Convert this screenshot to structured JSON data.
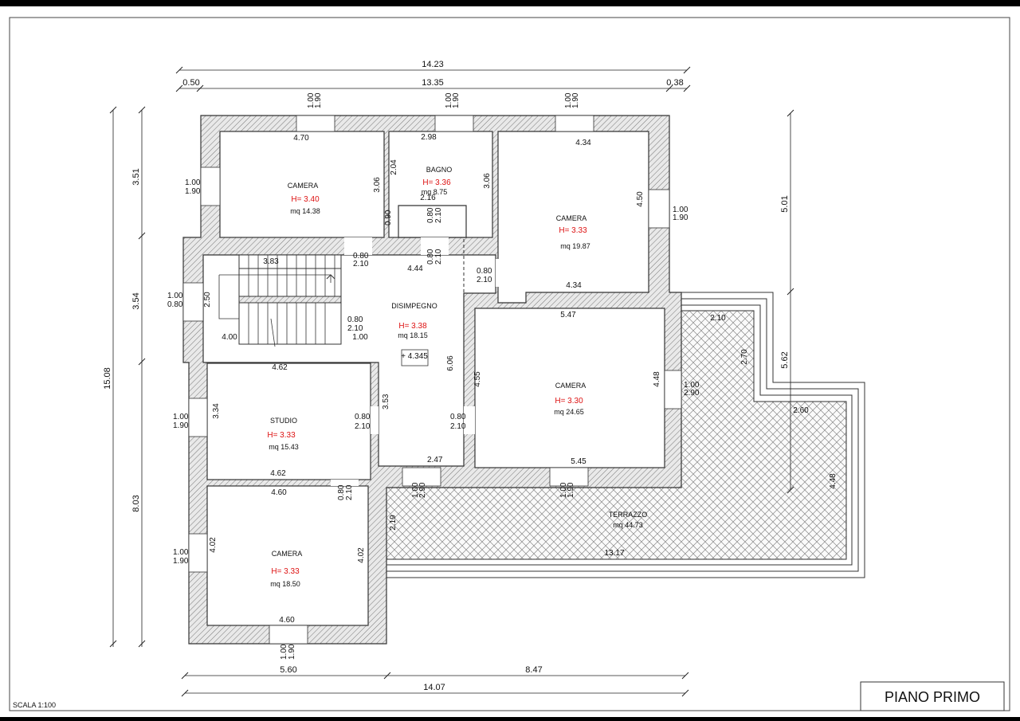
{
  "sheet": {
    "title": "PIANO PRIMO",
    "scale": "SCALA 1:100"
  },
  "overall_dims": {
    "top_total": "14.23",
    "top_inner": "13.35",
    "top_left": "0.50",
    "top_right": "0.38",
    "bottom_total": "14.07",
    "bottom_left": "5.60",
    "bottom_right": "8.47",
    "left_total": "15.08",
    "left_a": "3.51",
    "left_b": "3.54",
    "left_c": "8.03",
    "right_a": "5.01",
    "right_b": "5.62"
  },
  "rooms": {
    "camera1": {
      "name": "CAMERA",
      "height": "H= 3.40",
      "area": "mq 14.38",
      "w": "4.70",
      "h": "3.06"
    },
    "bagno": {
      "name": "BAGNO",
      "height": "H= 3.36",
      "area": "mq 8.75",
      "w": "2.98",
      "h": "3.06",
      "h2": "2.04",
      "w2": "2.16"
    },
    "camera2": {
      "name": "CAMERA",
      "height": "H= 3.33",
      "area": "mq 19.87",
      "w": "4.34",
      "w_b": "4.34",
      "h": "4.50"
    },
    "disimpegno": {
      "name": "DISIMPEGNO",
      "height": "H= 3.38",
      "area": "mq 18.15",
      "w": "4.44",
      "h": "6.06",
      "level": "+ 4.345"
    },
    "camera3": {
      "name": "CAMERA",
      "height": "H= 3.30",
      "area": "mq 24.65",
      "w": "5.47",
      "w_b": "5.45",
      "h": "4.55",
      "h2": "4.48"
    },
    "studio": {
      "name": "STUDIO",
      "height": "H= 3.33",
      "area": "mq 15.43",
      "w": "4.62",
      "w_b": "4.62",
      "h": "3.34"
    },
    "camera4": {
      "name": "CAMERA",
      "height": "H= 3.33",
      "area": "mq 18.50",
      "w": "4.60",
      "w_b": "4.60",
      "h": "4.02",
      "h2": "4.02"
    },
    "terrazzo": {
      "name": "TERRAZZO",
      "area": "mq 44.73",
      "w": "13.17",
      "w_top": "2.10",
      "h_top": "2.70",
      "w_mid": "2.60",
      "h_right": "4.48",
      "h_left": "2.19"
    },
    "stair": {
      "w": "3.83",
      "w_b": "4.00",
      "h": "2.50",
      "w_c": "1.00"
    }
  },
  "openings": {
    "w100": "1.00",
    "h190": "1.90",
    "w080": "0.80",
    "h210": "2.10",
    "h290": "2.90",
    "h080": "0.80",
    "d247": "2.47",
    "d353": "3.53",
    "d090": "0.90"
  }
}
